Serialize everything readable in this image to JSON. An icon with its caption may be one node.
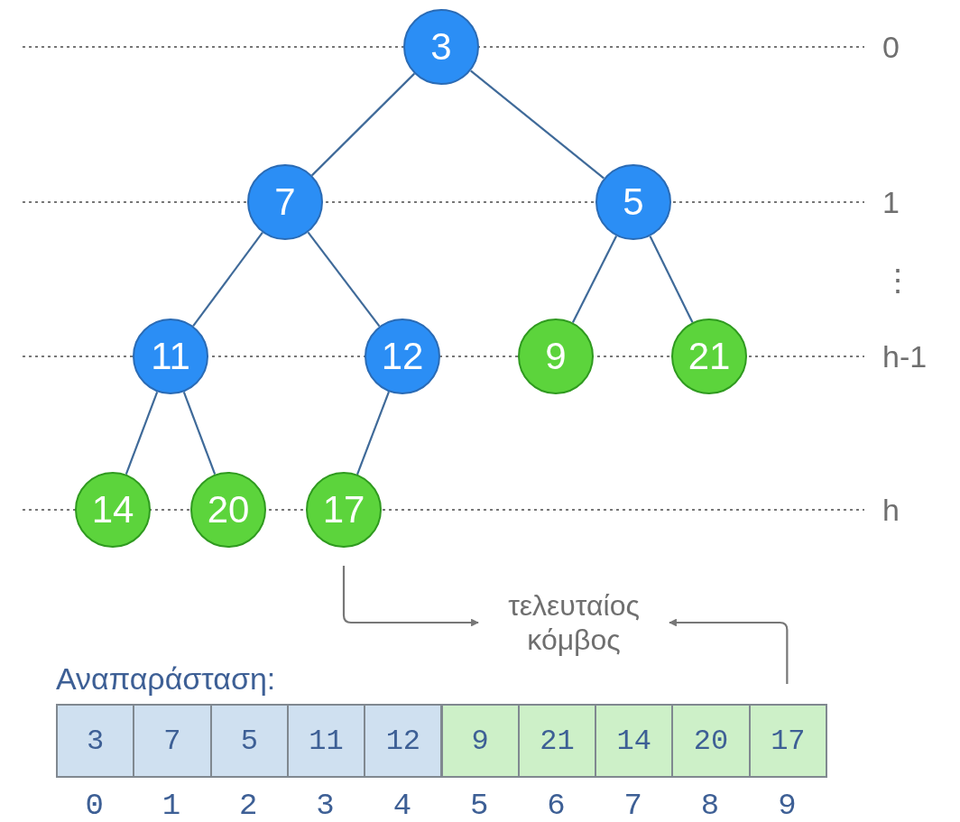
{
  "diagram": {
    "nodes": [
      {
        "text": [
          "3"
        ]
      },
      {
        "text": [
          "7"
        ]
      },
      {
        "text": [
          "5"
        ]
      },
      {
        "text": [
          "11"
        ]
      },
      {
        "text": [
          "12"
        ]
      },
      {
        "text": [
          "9"
        ]
      },
      {
        "text": [
          "21"
        ]
      },
      {
        "text": [
          "14"
        ]
      },
      {
        "text": [
          "20"
        ]
      },
      {
        "text": [
          "17"
        ]
      },
      {
        "text": [
          "τελευταίος κόμβος"
        ]
      },
      {
        "text": [
          "3"
        ]
      },
      {
        "text": [
          "7"
        ]
      },
      {
        "text": [
          "5"
        ]
      },
      {
        "text": [
          "11"
        ]
      },
      {
        "text": [
          "12"
        ]
      },
      {
        "text": [
          "9"
        ]
      },
      {
        "text": [
          "21"
        ]
      },
      {
        "text": [
          "14"
        ]
      },
      {
        "text": [
          "20"
        ]
      },
      {
        "text": [
          "17"
        ]
      }
    ],
    "edges": [
      {
        "from": 0,
        "to": 1,
        "arrow": "none"
      },
      {
        "from": 0,
        "to": 2,
        "arrow": "none"
      },
      {
        "from": 1,
        "to": 3,
        "arrow": "none"
      },
      {
        "from": 1,
        "to": 4,
        "arrow": "none"
      },
      {
        "from": 2,
        "to": 5,
        "arrow": "none"
      },
      {
        "from": 2,
        "to": 6,
        "arrow": "none"
      },
      {
        "from": 3,
        "to": 7,
        "arrow": "none"
      },
      {
        "from": 3,
        "to": 8,
        "arrow": "none"
      },
      {
        "from": 4,
        "to": 9,
        "arrow": "none"
      },
      {
        "from": 9,
        "to": 10,
        "arrow": "to",
        "color": "#777777"
      },
      {
        "from": 20,
        "to": 10,
        "arrow": "to",
        "color": "#777777"
      }
    ],
    "labels": [
      "0",
      "1",
      "⋮",
      "h-1",
      "h",
      "Αναπαράσταση:",
      "0",
      "1",
      "2",
      "3",
      "4",
      "5",
      "6",
      "7",
      "8",
      "9"
    ]
  }
}
